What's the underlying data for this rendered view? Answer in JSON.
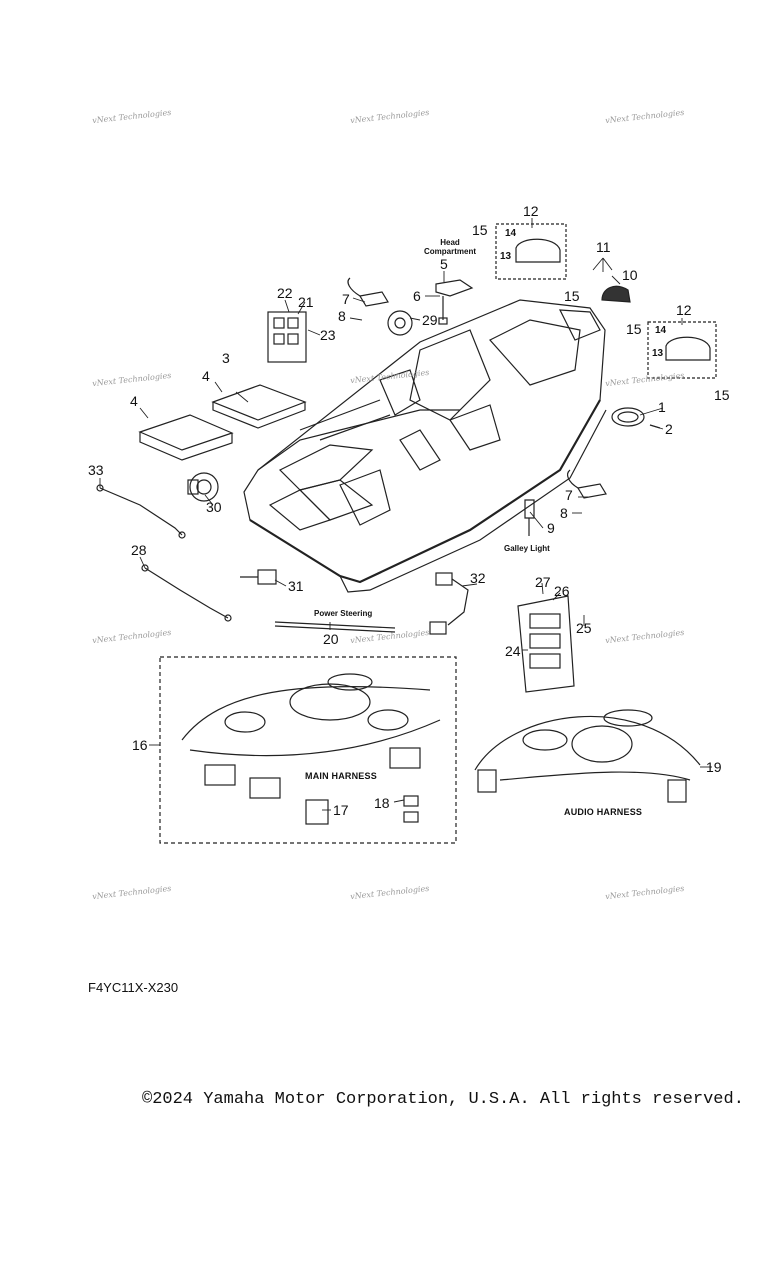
{
  "watermarks": [
    "vNext Technologies",
    "vNext Technologies",
    "vNext Technologies",
    "vNext Technologies",
    "vNext Technologies",
    "vNext Technologies",
    "vNext Technologies",
    "vNext Technologies",
    "vNext Technologies",
    "vNext Technologies",
    "vNext Technologies",
    "vNext Technologies"
  ],
  "labels": {
    "head_compartment": "Head\nCompartment",
    "galley_light": "Galley Light",
    "power_steering": "Power Steering",
    "main_harness": "MAIN HARNESS",
    "audio_harness": "AUDIO HARNESS"
  },
  "callouts": [
    "1",
    "2",
    "3",
    "4",
    "4",
    "5",
    "6",
    "7",
    "7",
    "8",
    "8",
    "9",
    "10",
    "11",
    "12",
    "12",
    "13",
    "13",
    "14",
    "14",
    "15",
    "15",
    "15",
    "15",
    "16",
    "17",
    "18",
    "19",
    "20",
    "21",
    "22",
    "23",
    "24",
    "25",
    "26",
    "27",
    "28",
    "29",
    "30",
    "31",
    "32",
    "33"
  ],
  "diagram_code": "F4YC11X-X230",
  "copyright": "©2024 Yamaha Motor Corporation, U.S.A. All rights reserved."
}
